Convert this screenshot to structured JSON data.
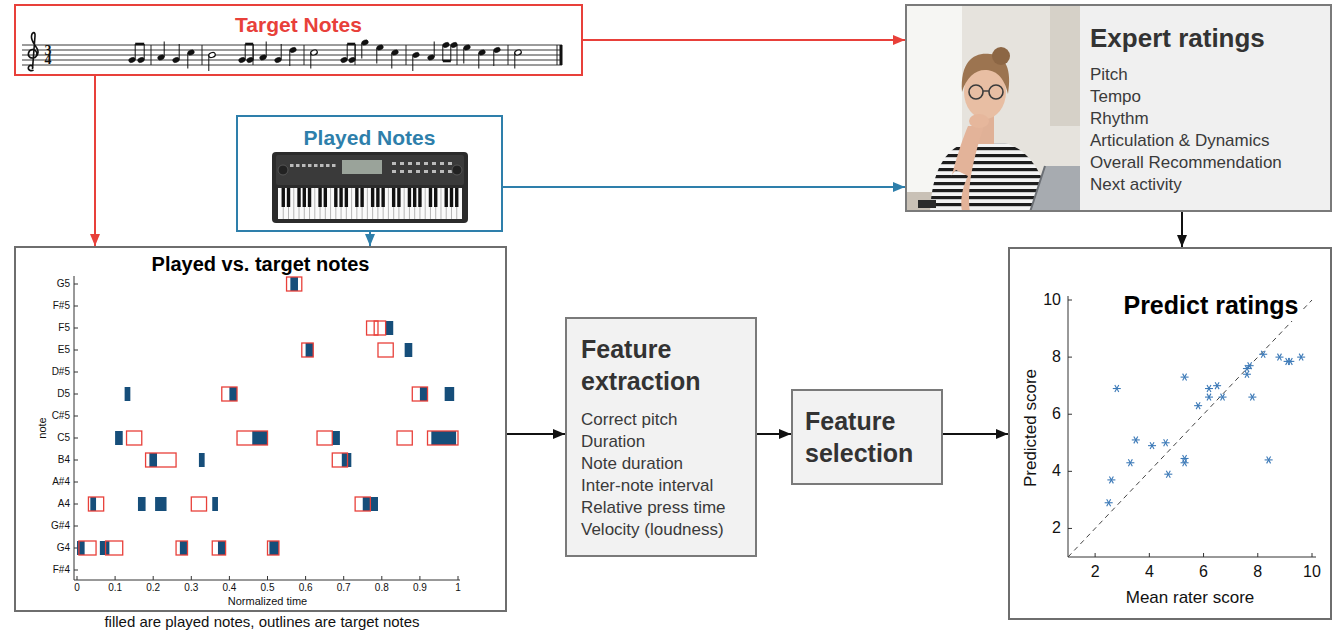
{
  "diagram": {
    "nodes": [
      {
        "text": [
          "Target Notes"
        ]
      },
      {
        "text": [
          "Played Notes"
        ]
      },
      {
        "text": [
          "Expert ratings",
          "Pitch",
          "Tempo",
          "Rhythm",
          "Articulation & Dynamics",
          "Overall Recommendation",
          "Next activity"
        ]
      },
      {
        "text": [
          "Played vs. target notes"
        ]
      },
      {
        "text": [
          "Feature extraction",
          "Correct pitch",
          "Duration",
          "Note duration",
          "Inter-note interval",
          "Relative press time",
          "Velocity (loudness)"
        ]
      },
      {
        "text": [
          "Feature selection"
        ]
      },
      {
        "text": [
          "Predict ratings"
        ]
      }
    ],
    "edges": [
      {
        "from": 0,
        "to": 2,
        "arrow": "to"
      },
      {
        "from": 0,
        "to": 3,
        "arrow": "to"
      },
      {
        "from": 1,
        "to": 3,
        "arrow": "to"
      },
      {
        "from": 1,
        "to": 2,
        "arrow": "to"
      },
      {
        "from": 3,
        "to": 4,
        "arrow": "to"
      },
      {
        "from": 4,
        "to": 5,
        "arrow": "to"
      },
      {
        "from": 5,
        "to": 6,
        "arrow": "to"
      },
      {
        "from": 2,
        "to": 6,
        "arrow": "to"
      }
    ],
    "labels": [
      "3",
      "4",
      "G5",
      "F#5",
      "F5",
      "E5",
      "D#5",
      "D5",
      "C#5",
      "C5",
      "B4",
      "A#4",
      "A4",
      "G#4",
      "G4",
      "F#4",
      "note",
      "0",
      "0.1",
      "0.2",
      "0.3",
      "0.4",
      "0.5",
      "0.6",
      "0.7",
      "0.8",
      "0.9",
      "1",
      "Normalized time",
      "filled are played notes, outlines are target notes",
      "10",
      "8",
      "6",
      "4",
      "2",
      "2",
      "4",
      "6",
      "8",
      "10",
      "Predicted score",
      "Mean rater score"
    ]
  }
}
